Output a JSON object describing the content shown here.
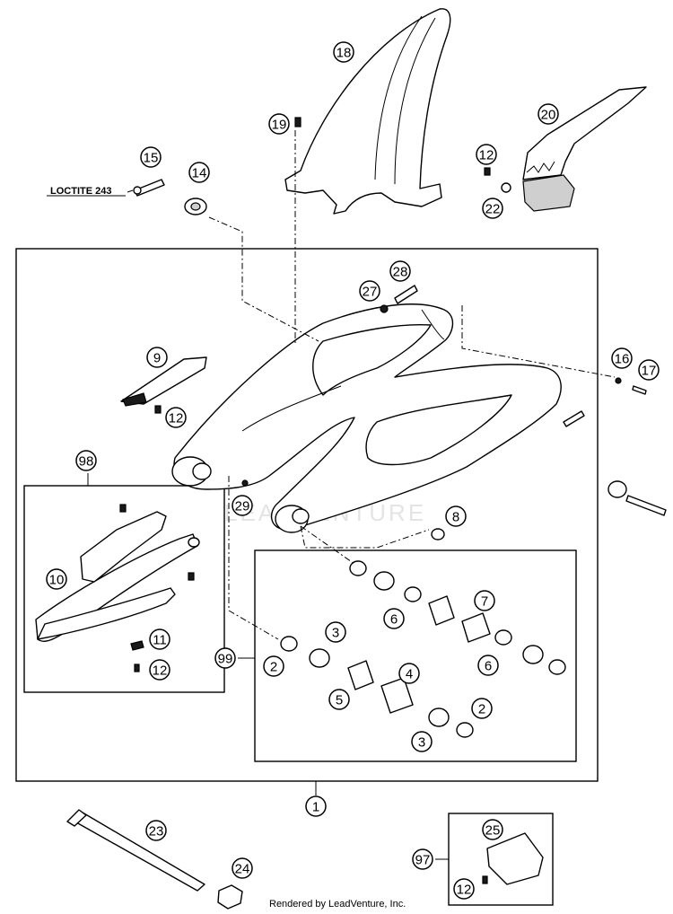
{
  "diagram": {
    "note_loctite": "LOCTITE 243",
    "footer": "Rendered by LeadVenture, Inc.",
    "watermark": "LEADVENTURE",
    "callouts": {
      "c1": "1",
      "c2a": "2",
      "c2b": "2",
      "c3a": "3",
      "c3b": "3",
      "c4": "4",
      "c5": "5",
      "c6a": "6",
      "c6b": "6",
      "c7": "7",
      "c8": "8",
      "c9": "9",
      "c10": "10",
      "c11": "11",
      "c12a": "12",
      "c12b": "12",
      "c12c": "12",
      "c12d": "12",
      "c14": "14",
      "c15": "15",
      "c16": "16",
      "c17": "17",
      "c18": "18",
      "c19": "19",
      "c20": "20",
      "c22": "22",
      "c23": "23",
      "c24": "24",
      "c25": "25",
      "c27": "27",
      "c28": "28",
      "c29": "29",
      "c97": "97",
      "c98": "98",
      "c99": "99"
    }
  }
}
